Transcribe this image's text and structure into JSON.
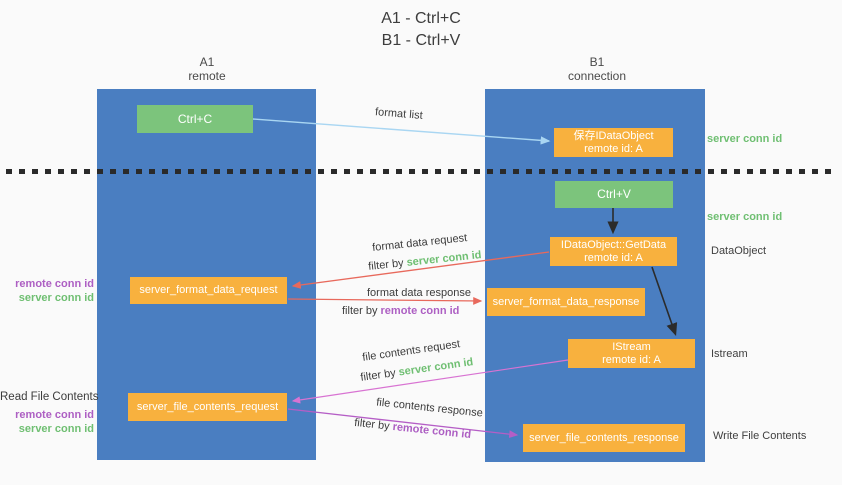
{
  "title": {
    "line1": "A1 - Ctrl+C",
    "line2": "B1 - Ctrl+V"
  },
  "columns": {
    "a": {
      "id": "A1",
      "subtitle": "remote"
    },
    "b": {
      "id": "B1",
      "subtitle": "connection"
    }
  },
  "nodes": {
    "ctrl_c": "Ctrl+C",
    "ctrl_v": "Ctrl+V",
    "save_idataobject": {
      "line1": "保存IDataObject",
      "line2": "remote id: A"
    },
    "getdata": {
      "line1": "IDataObject::GetData",
      "line2": "remote id: A"
    },
    "istream": {
      "line1": "IStream",
      "line2": "remote id: A"
    },
    "format_request": "server_format_data_request",
    "format_response": "server_format_data_response",
    "file_request": "server_file_contents_request",
    "file_response": "server_file_contents_response"
  },
  "edge_labels": {
    "format_list": "format list",
    "format_data_request": "format data request",
    "format_data_response": "format data response",
    "file_contents_request": "file contents request",
    "file_contents_response": "file contents response",
    "filter_by": "filter by",
    "server_conn_id": "server conn id",
    "remote_conn_id": "remote conn id"
  },
  "side_labels": {
    "left": {
      "remote_conn_id_top": "remote conn id",
      "server_conn_id_top": "server conn id",
      "read_file_contents": "Read File Contents",
      "remote_conn_id_bottom": "remote conn id",
      "server_conn_id_bottom": "server conn id"
    },
    "right": {
      "server_conn_id_top": "server conn id",
      "server_conn_id_mid": "server conn id",
      "dataobject": "DataObject",
      "istream": "Istream",
      "write_file_contents": "Write File Contents"
    }
  },
  "colors": {
    "lifeline_blue": "#4a7ec1",
    "box_green": "#7cc47c",
    "box_orange": "#f8b13e",
    "green_text": "#6fbf72",
    "purple_text": "#ad5fc3",
    "red_arrow": "#e8695c",
    "light_blue_arrow": "#a9d6f2",
    "pink_arrow": "#d873d2",
    "purple_arrow": "#b55ec6",
    "black": "#2b2b2b",
    "background": "#fafafa"
  }
}
